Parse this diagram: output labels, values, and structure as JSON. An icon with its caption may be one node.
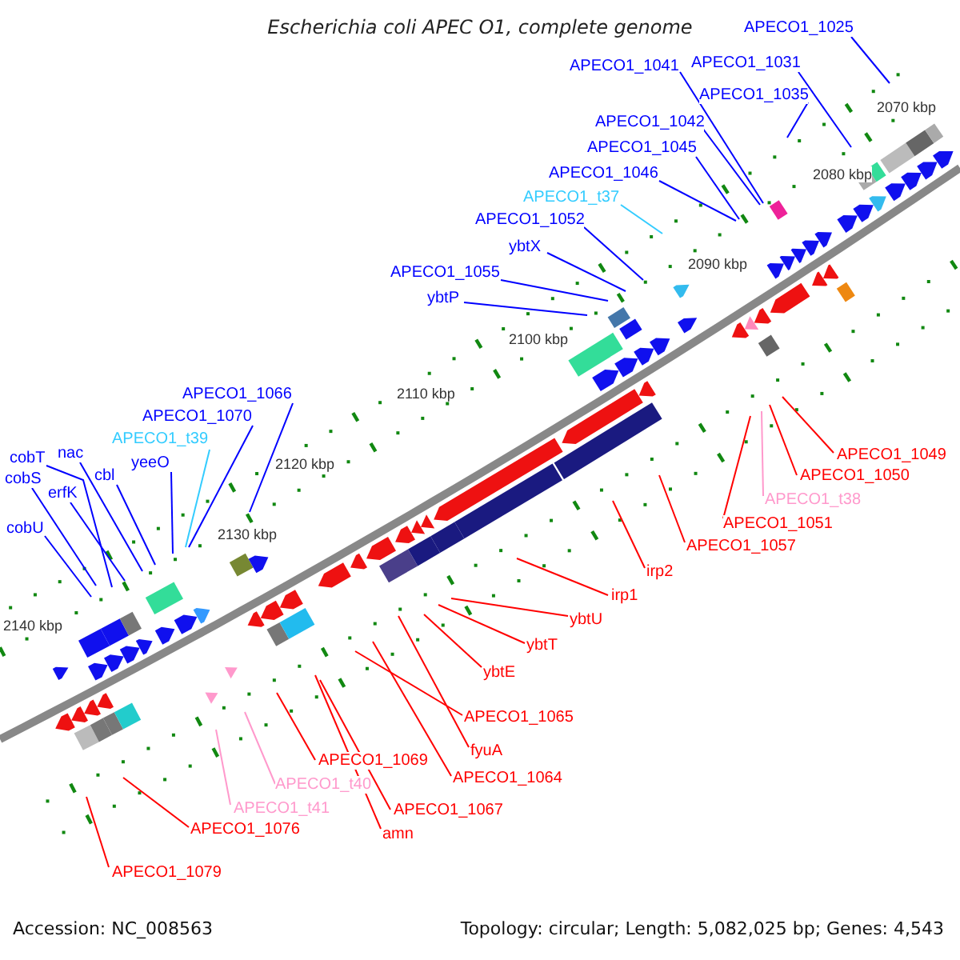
{
  "diagram": {
    "title": "Escherichia coli APEC O1, complete genome",
    "nodes": [
      {
        "text": [
          "APECO1_1025"
        ]
      },
      {
        "text": [
          "APECO1_1041"
        ]
      },
      {
        "text": [
          "APECO1_1031"
        ]
      },
      {
        "text": [
          "APECO1_1035"
        ]
      },
      {
        "text": [
          "APECO1_1042"
        ]
      },
      {
        "text": [
          "APECO1_1045"
        ]
      },
      {
        "text": [
          "APECO1_1046"
        ]
      },
      {
        "text": [
          "APECO1_t37"
        ]
      },
      {
        "text": [
          "APECO1_1052"
        ]
      },
      {
        "text": [
          "ybtX"
        ]
      },
      {
        "text": [
          "APECO1_1055"
        ]
      },
      {
        "text": [
          "ybtP"
        ]
      },
      {
        "text": [
          "APECO1_1066"
        ]
      },
      {
        "text": [
          "APECO1_1070"
        ]
      },
      {
        "text": [
          "APECO1_t39"
        ]
      },
      {
        "text": [
          "yeeO"
        ]
      },
      {
        "text": [
          "cobT"
        ]
      },
      {
        "text": [
          "nac"
        ]
      },
      {
        "text": [
          "cbl"
        ]
      },
      {
        "text": [
          "cobS"
        ]
      },
      {
        "text": [
          "erfK"
        ]
      },
      {
        "text": [
          "cobU"
        ]
      },
      {
        "text": [
          "APECO1_1049"
        ]
      },
      {
        "text": [
          "APECO1_1050"
        ]
      },
      {
        "text": [
          "APECO1_t38"
        ]
      },
      {
        "text": [
          "APECO1_1051"
        ]
      },
      {
        "text": [
          "APECO1_1057"
        ]
      },
      {
        "text": [
          "irp2"
        ]
      },
      {
        "text": [
          "irp1"
        ]
      },
      {
        "text": [
          "ybtU"
        ]
      },
      {
        "text": [
          "ybtT"
        ]
      },
      {
        "text": [
          "ybtE"
        ]
      },
      {
        "text": [
          "APECO1_1065"
        ]
      },
      {
        "text": [
          "fyuA"
        ]
      },
      {
        "text": [
          "APECO1_1064"
        ]
      },
      {
        "text": [
          "APECO1_1067"
        ]
      },
      {
        "text": [
          "APECO1_1069"
        ]
      },
      {
        "text": [
          "APECO1_t40"
        ]
      },
      {
        "text": [
          "amn"
        ]
      },
      {
        "text": [
          "APECO1_t41"
        ]
      },
      {
        "text": [
          "APECO1_1076"
        ]
      },
      {
        "text": [
          "APECO1_1079"
        ]
      }
    ],
    "edges": [
      {
        "from": 0,
        "to": null,
        "arrow": "none"
      },
      {
        "from": 1,
        "to": null,
        "arrow": "none"
      },
      {
        "from": 2,
        "to": null,
        "arrow": "none"
      },
      {
        "from": 3,
        "to": null,
        "arrow": "none"
      },
      {
        "from": 4,
        "to": null,
        "arrow": "none"
      },
      {
        "from": 5,
        "to": null,
        "arrow": "none"
      },
      {
        "from": 6,
        "to": null,
        "arrow": "none"
      },
      {
        "from": 7,
        "to": null,
        "arrow": "none",
        "color": "#33ccff"
      },
      {
        "from": 8,
        "to": null,
        "arrow": "none"
      },
      {
        "from": 9,
        "to": null,
        "arrow": "none"
      },
      {
        "from": 10,
        "to": null,
        "arrow": "none"
      },
      {
        "from": 11,
        "to": null,
        "arrow": "none"
      },
      {
        "from": 12,
        "to": null,
        "arrow": "none"
      },
      {
        "from": 13,
        "to": null,
        "arrow": "none"
      },
      {
        "from": 14,
        "to": null,
        "arrow": "none",
        "color": "#33ccff"
      },
      {
        "from": 15,
        "to": null,
        "arrow": "none"
      },
      {
        "from": 16,
        "to": null,
        "arrow": "none"
      },
      {
        "from": 17,
        "to": null,
        "arrow": "none"
      },
      {
        "from": 18,
        "to": null,
        "arrow": "none"
      },
      {
        "from": 19,
        "to": null,
        "arrow": "none"
      },
      {
        "from": 20,
        "to": null,
        "arrow": "none"
      },
      {
        "from": 21,
        "to": null,
        "arrow": "none"
      },
      {
        "from": 22,
        "to": null,
        "arrow": "none",
        "color": "#ff0000"
      },
      {
        "from": 23,
        "to": null,
        "arrow": "none",
        "color": "#ff0000"
      },
      {
        "from": 24,
        "to": null,
        "arrow": "none",
        "color": "#ff99cc"
      },
      {
        "from": 25,
        "to": null,
        "arrow": "none",
        "color": "#ff0000"
      },
      {
        "from": 26,
        "to": null,
        "arrow": "none",
        "color": "#ff0000"
      },
      {
        "from": 27,
        "to": null,
        "arrow": "none",
        "color": "#ff0000"
      },
      {
        "from": 28,
        "to": null,
        "arrow": "none",
        "color": "#ff0000"
      },
      {
        "from": 29,
        "to": null,
        "arrow": "none",
        "color": "#ff0000"
      },
      {
        "from": 30,
        "to": null,
        "arrow": "none",
        "color": "#ff0000"
      },
      {
        "from": 31,
        "to": null,
        "arrow": "none",
        "color": "#ff0000"
      },
      {
        "from": 32,
        "to": null,
        "arrow": "none",
        "color": "#ff0000"
      },
      {
        "from": 33,
        "to": null,
        "arrow": "none",
        "color": "#ff0000"
      },
      {
        "from": 34,
        "to": null,
        "arrow": "none",
        "color": "#ff0000"
      },
      {
        "from": 35,
        "to": null,
        "arrow": "none",
        "color": "#ff0000"
      },
      {
        "from": 36,
        "to": null,
        "arrow": "none",
        "color": "#ff0000"
      },
      {
        "from": 37,
        "to": null,
        "arrow": "none",
        "color": "#ff99cc"
      },
      {
        "from": 38,
        "to": null,
        "arrow": "none",
        "color": "#ff0000"
      },
      {
        "from": 39,
        "to": null,
        "arrow": "none",
        "color": "#ff99cc"
      },
      {
        "from": 40,
        "to": null,
        "arrow": "none",
        "color": "#ff0000"
      },
      {
        "from": 41,
        "to": null,
        "arrow": "none",
        "color": "#ff0000"
      }
    ],
    "labels": [
      "2070 kbp",
      "2080 kbp",
      "2090 kbp",
      "2100 kbp",
      "2110 kbp",
      "2120 kbp",
      "2130 kbp",
      "2140 kbp",
      "Accession: NC_008563",
      "Topology: circular; Length: 5,082,025 bp; Genes: 4,543"
    ]
  }
}
